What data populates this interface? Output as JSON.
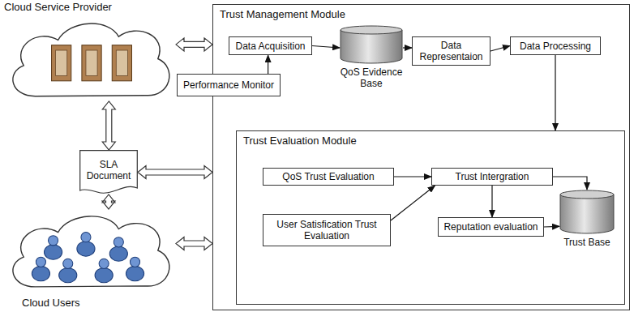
{
  "diagram": {
    "nodes": [
      {
        "text": [
          "Cloud Service Provider"
        ]
      },
      {
        "text": [
          "SLA Document"
        ]
      },
      {
        "text": [
          "Cloud Users"
        ]
      },
      {
        "text": [
          "Trust Management Module"
        ]
      },
      {
        "text": [
          "Data Acquisition"
        ],
        "in": 3
      },
      {
        "text": [
          "QoS Evidence Base"
        ],
        "in": 3
      },
      {
        "text": [
          "Data Representaion"
        ],
        "in": 3
      },
      {
        "text": [
          "Data Processing"
        ],
        "in": 3
      },
      {
        "text": [
          "Performance Monitor"
        ],
        "in": 3
      },
      {
        "text": [
          "Trust Evaluation Module"
        ],
        "in": 3
      },
      {
        "text": [
          "QoS Trust Evaluation"
        ],
        "in": 9
      },
      {
        "text": [
          "Trust Intergration"
        ],
        "in": 9
      },
      {
        "text": [
          "User Satisfication Trust Evaluation"
        ],
        "in": 9
      },
      {
        "text": [
          "Reputation evaluation"
        ],
        "in": 9
      },
      {
        "text": [
          "Trust Base"
        ],
        "in": 9
      }
    ],
    "edges": [
      {
        "from": 0,
        "to": 3,
        "arrow": "both"
      },
      {
        "from": 0,
        "to": 1,
        "arrow": "both"
      },
      {
        "from": 1,
        "to": 2,
        "arrow": "both"
      },
      {
        "from": 1,
        "to": 3,
        "arrow": "both"
      },
      {
        "from": 2,
        "to": 3,
        "arrow": "both"
      },
      {
        "from": 4,
        "to": 5,
        "arrow": "to"
      },
      {
        "from": 5,
        "to": 6,
        "arrow": "to"
      },
      {
        "from": 6,
        "to": 7,
        "arrow": "to"
      },
      {
        "from": 8,
        "to": 4,
        "arrow": "to"
      },
      {
        "from": 7,
        "to": 9,
        "arrow": "to"
      },
      {
        "from": 10,
        "to": 11,
        "arrow": "to"
      },
      {
        "from": 12,
        "to": 11,
        "arrow": "to"
      },
      {
        "from": 11,
        "to": 13,
        "arrow": "to"
      },
      {
        "from": 11,
        "to": 14,
        "arrow": "to"
      },
      {
        "from": 13,
        "to": 14,
        "arrow": "to"
      }
    ]
  }
}
